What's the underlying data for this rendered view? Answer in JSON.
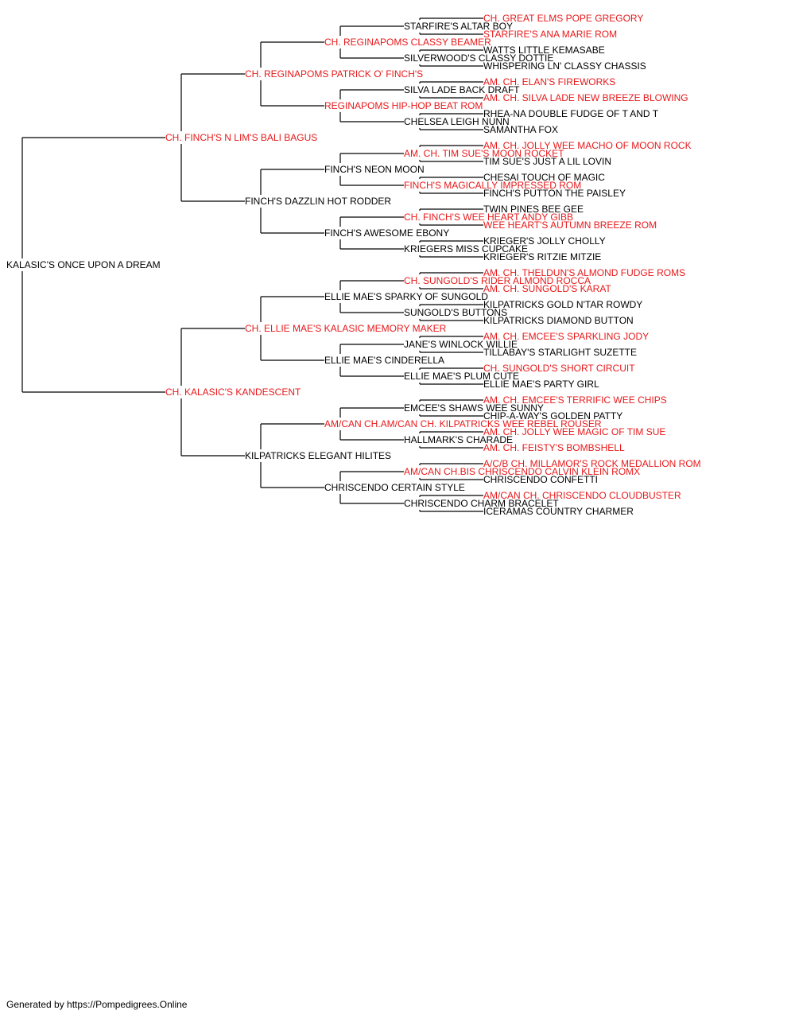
{
  "colors": {
    "titled": "#e8191b",
    "plain": "#000000",
    "line": "#000000"
  },
  "pedigree": {
    "name": "KALASIC'S ONCE UPON A DREAM",
    "titled": false,
    "sire": {
      "name": "CH. FINCH'S N LIM'S BALI BAGUS",
      "titled": true,
      "sire": {
        "name": "CH. REGINAPOMS PATRICK O' FINCH'S",
        "titled": true,
        "sire": {
          "name": "CH. REGINAPOMS CLASSY BEAMER",
          "titled": true,
          "sire": {
            "name": "STARFIRE'S ALTAR BOY",
            "titled": false,
            "sire": {
              "name": "CH. GREAT ELMS POPE GREGORY",
              "titled": true
            },
            "dam": {
              "name": "STARFIRE'S ANA MARIE ROM",
              "titled": true
            }
          },
          "dam": {
            "name": "SILVERWOOD'S CLASSY DOTTIE",
            "titled": false,
            "sire": {
              "name": "WATTS LITTLE KEMASABE",
              "titled": false
            },
            "dam": {
              "name": "WHISPERING LN' CLASSY CHASSIS",
              "titled": false
            }
          }
        },
        "dam": {
          "name": "REGINAPOMS HIP-HOP BEAT ROM",
          "titled": true,
          "sire": {
            "name": "SILVA LADE BACK DRAFT",
            "titled": false,
            "sire": {
              "name": "AM. CH. ELAN'S FIREWORKS",
              "titled": true
            },
            "dam": {
              "name": "AM. CH. SILVA LADE NEW BREEZE BLOWING",
              "titled": true
            }
          },
          "dam": {
            "name": "CHELSEA LEIGH NUNN",
            "titled": false,
            "sire": {
              "name": "RHEA-NA DOUBLE FUDGE OF T AND T",
              "titled": false
            },
            "dam": {
              "name": "SAMANTHA FOX",
              "titled": false
            }
          }
        }
      },
      "dam": {
        "name": "FINCH'S DAZZLIN HOT RODDER",
        "titled": false,
        "sire": {
          "name": "FINCH'S NEON MOON",
          "titled": false,
          "sire": {
            "name": "AM. CH. TIM SUE'S MOON ROCKET",
            "titled": true,
            "sire": {
              "name": "AM. CH. JOLLY WEE MACHO OF MOON ROCK",
              "titled": true
            },
            "dam": {
              "name": "TIM SUE'S JUST A LIL LOVIN",
              "titled": false
            }
          },
          "dam": {
            "name": "FINCH'S MAGICALLY IMPRESSED ROM",
            "titled": true,
            "sire": {
              "name": "CHESAI TOUCH OF MAGIC",
              "titled": false
            },
            "dam": {
              "name": "FINCH'S PUTTON THE PAISLEY",
              "titled": false
            }
          }
        },
        "dam": {
          "name": "FINCH'S AWESOME EBONY",
          "titled": false,
          "sire": {
            "name": "CH. FINCH'S WEE HEART ANDY GIBB",
            "titled": true,
            "sire": {
              "name": "TWIN PINES BEE GEE",
              "titled": false
            },
            "dam": {
              "name": "WEE HEART'S AUTUMN BREEZE ROM",
              "titled": true
            }
          },
          "dam": {
            "name": "KRIEGERS MISS CUPCAKE",
            "titled": false,
            "sire": {
              "name": "KRIEGER'S JOLLY CHOLLY",
              "titled": false
            },
            "dam": {
              "name": "KRIEGER'S RITZIE MITZIE",
              "titled": false
            }
          }
        }
      }
    },
    "dam": {
      "name": "CH. KALASIC'S KANDESCENT",
      "titled": true,
      "sire": {
        "name": "CH. ELLIE MAE'S KALASIC MEMORY MAKER",
        "titled": true,
        "sire": {
          "name": "ELLIE MAE'S SPARKY OF SUNGOLD",
          "titled": false,
          "sire": {
            "name": "CH. SUNGOLD'S RIDER ALMOND ROCCA",
            "titled": true,
            "sire": {
              "name": "AM. CH. THELDUN'S ALMOND FUDGE ROMS",
              "titled": true
            },
            "dam": {
              "name": "AM. CH. SUNGOLD'S KARAT",
              "titled": true
            }
          },
          "dam": {
            "name": "SUNGOLD'S BUTTONS",
            "titled": false,
            "sire": {
              "name": "KILPATRICKS GOLD N'TAR ROWDY",
              "titled": false
            },
            "dam": {
              "name": "KILPATRICKS DIAMOND BUTTON",
              "titled": false
            }
          }
        },
        "dam": {
          "name": "ELLIE MAE'S CINDERELLA",
          "titled": false,
          "sire": {
            "name": "JANE'S WINLOCK WILLIE",
            "titled": false,
            "sire": {
              "name": "AM. CH. EMCEE'S SPARKLING JODY",
              "titled": true
            },
            "dam": {
              "name": "TILLABAY'S STARLIGHT SUZETTE",
              "titled": false
            }
          },
          "dam": {
            "name": "ELLIE MAE'S PLUM CUTE",
            "titled": false,
            "sire": {
              "name": "CH. SUNGOLD'S SHORT CIRCUIT",
              "titled": true
            },
            "dam": {
              "name": "ELLIE MAE'S PARTY GIRL",
              "titled": false
            }
          }
        }
      },
      "dam": {
        "name": "KILPATRICKS ELEGANT HILITES",
        "titled": false,
        "sire": {
          "name": "AM/CAN CH.AM/CAN CH. KILPATRICKS WEE REBEL ROUSER",
          "titled": true,
          "sire": {
            "name": "EMCEE'S SHAWS WEE SUNNY",
            "titled": false,
            "sire": {
              "name": "AM. CH. EMCEE'S TERRIFIC WEE CHIPS",
              "titled": true
            },
            "dam": {
              "name": "CHIP-A-WAY'S GOLDEN PATTY",
              "titled": false
            }
          },
          "dam": {
            "name": "HALLMARK'S CHARADE",
            "titled": false,
            "sire": {
              "name": "AM. CH. JOLLY WEE MAGIC OF TIM SUE",
              "titled": true
            },
            "dam": {
              "name": "AM. CH. FEISTY'S BOMBSHELL",
              "titled": true
            }
          }
        },
        "dam": {
          "name": "CHRISCENDO CERTAIN STYLE",
          "titled": false,
          "sire": {
            "name": "AM/CAN CH.BIS CHRISCENDO CALVIN KLEIN ROMX",
            "titled": true,
            "sire": {
              "name": "A/C/B CH. MILLAMOR'S ROCK MEDALLION ROM",
              "titled": true
            },
            "dam": {
              "name": "CHRISCENDO CONFETTI",
              "titled": false
            }
          },
          "dam": {
            "name": "CHRISCENDO CHARM BRACELET",
            "titled": false,
            "sire": {
              "name": "AM/CAN CH. CHRISCENDO CLOUDBUSTER",
              "titled": true
            },
            "dam": {
              "name": "ICERAMAS COUNTRY CHARMER",
              "titled": false
            }
          }
        }
      }
    }
  },
  "footer": {
    "text": "Generated by https://Pompedigrees.Online"
  }
}
